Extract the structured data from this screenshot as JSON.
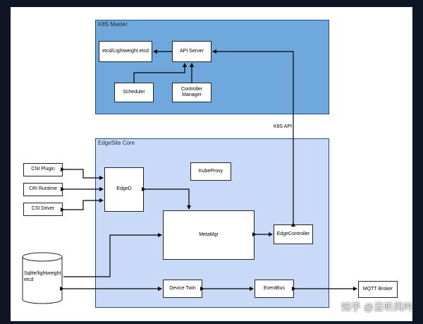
{
  "master": {
    "title": "K8S Master",
    "etcd": "etcd/Lightweight etcd",
    "api_server": "API Server",
    "scheduler": "Scheduler",
    "controller_manager": "Controller Manager"
  },
  "edge": {
    "title": "EdgeSite Core",
    "edged": "EdgeD",
    "kubeproxy": "KubeProxy",
    "metamgr": "MetaMgr",
    "edgecontroller": "EdgeController",
    "device_twin": "Device Twin",
    "eventbus": "EventBus"
  },
  "external": {
    "cni_plugin": "CNI Plugin",
    "cri_runtime": "CRI Runtime",
    "csi_driver": "CSI Driver",
    "sqlite": "Sqlite/lightweight etcd",
    "mqtt_broker": "MQTT Broker"
  },
  "link_label_k8s_api": "K8S API",
  "watermark": "知乎 @旦听风吟",
  "colors": {
    "master_fill": "#6fa8dc",
    "edge_fill": "#c9daf8",
    "border": "#1a4f8a",
    "line": "#000000"
  }
}
